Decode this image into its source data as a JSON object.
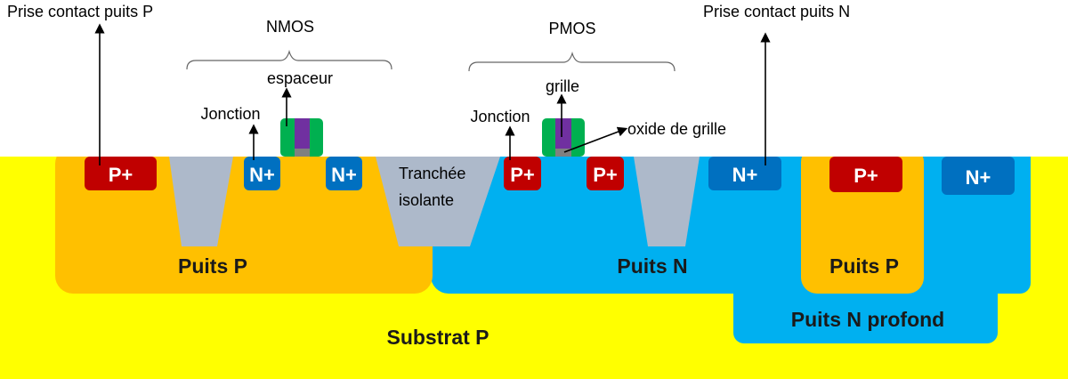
{
  "colors": {
    "substrate": "#FFFF00",
    "p_well": "#FFC000",
    "n_well": "#00B0F0",
    "p_plus": "#C00000",
    "n_plus": "#0070C0",
    "trench": "#ADB9CA",
    "gate": "#7030A0",
    "spacer": "#00B050",
    "gate_oxide": "#808080"
  },
  "regions": {
    "substrate": "Substrat P",
    "p_well_left": "Puits P",
    "n_well": "Puits N",
    "p_well_right": "Puits P",
    "deep_n_well": "Puits N profond"
  },
  "dopings": {
    "p_plus": "P+",
    "n_plus": "N+"
  },
  "labels": {
    "contact_p": "Prise contact puits P",
    "contact_n": "Prise contact puits N",
    "nmos": "NMOS",
    "pmos": "PMOS",
    "espaceur": "espaceur",
    "grille": "grille",
    "jonction_nmos": "Jonction",
    "jonction_pmos": "Jonction",
    "oxide": "oxide de grille",
    "trench_line1": "Tranchée",
    "trench_line2": "isolante"
  }
}
